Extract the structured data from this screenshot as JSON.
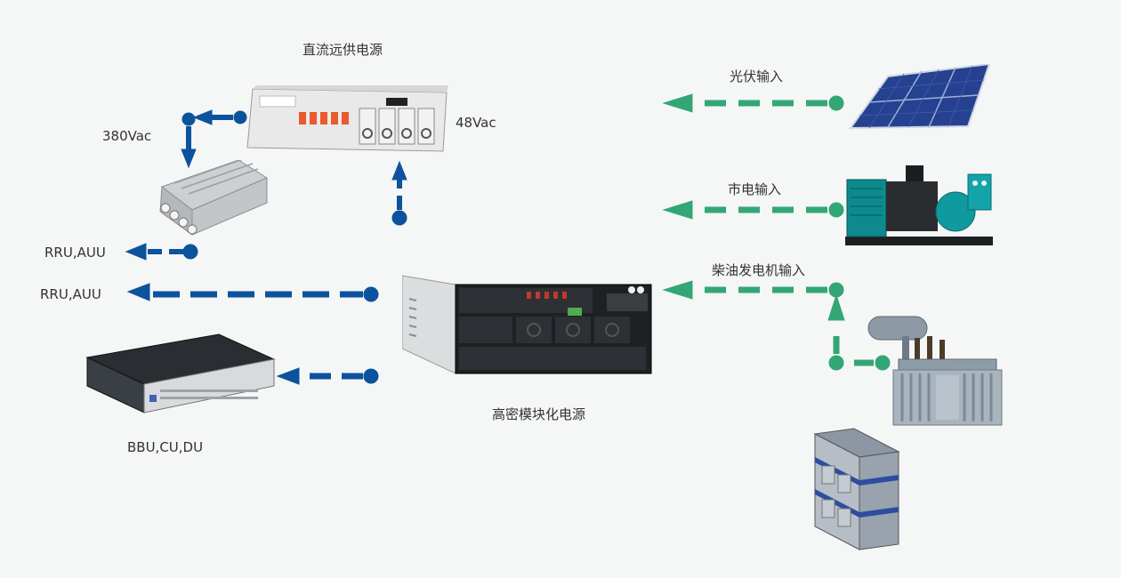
{
  "labels": {
    "dc_remote_power": "直流远供电源",
    "v380": "380Vac",
    "v48": "48Vac",
    "rru_auu_1": "RRU,AUU",
    "rru_auu_2": "RRU,AUU",
    "bbu": "BBU,CU,DU",
    "hd_power": "高密模块化电源",
    "pv_input": "光伏输入",
    "mains_input": "市电输入",
    "diesel_input": "柴油发电机输入"
  },
  "colors": {
    "blue_flow": "#0b539c",
    "green_flow": "#33a675",
    "background": "#f5f6f6"
  },
  "icons": [
    "solar-panel-icon",
    "diesel-generator-icon",
    "transformer-icon",
    "battery-bank-icon",
    "rectifier-rack-icon",
    "rru-unit-icon",
    "bbu-chassis-icon",
    "dc-remote-power-icon"
  ]
}
